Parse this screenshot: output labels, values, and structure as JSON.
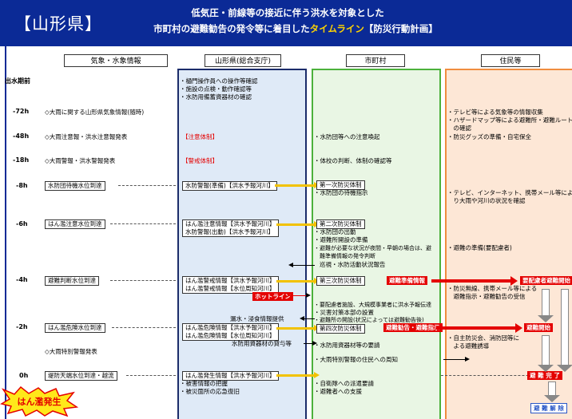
{
  "banner": {
    "prefecture": "【山形県】",
    "title_line1": "低気圧・前線等の接近に伴う洪水を対象とした",
    "title_line2_pre": "市町村の避難勧告の発令等に着目した",
    "title_line2_mid": "タイムライン",
    "title_line2_post": "【防災行動計画】"
  },
  "headers": {
    "weather": "気象・水象情報",
    "prefecture": "山形県(総合支庁)",
    "city": "市町村",
    "residents": "住民等"
  },
  "time_label": "出水期前",
  "times": {
    "t72": "-72h",
    "t48": "-48h",
    "t18": "-18h",
    "t8": "-8h",
    "t6": "-6h",
    "t4": "-4h",
    "t2": "-2h",
    "t0": "0h"
  },
  "weather": {
    "w72": "◇大雨に関する山形県気象情報(随時)",
    "w48": "◇大雨注意報・洪水注意報発表",
    "w18": "◇大雨警報・洪水警報発表",
    "w8": "水防団待機水位到達",
    "w6": "はん濫注意水位到達",
    "w4": "避難判断水位到達",
    "w2": "はん濫危険水位到達",
    "w2b": "◇大雨特別警報発表",
    "w0": "堤防天端水位到達・越流"
  },
  "prefecture": {
    "pre1": "・樋門操作員への操作等確認",
    "pre2": "・施設の点検・動作確認等",
    "pre3": "・水防用備蓄資器材の確認",
    "p48": "【注意体制】",
    "p18": "【警戒体制】",
    "p8": "水防警報(準備)【洪水予報河川】",
    "p6a": "はん濫注意情報【洪水予報河川】",
    "p6b": "水防警報(出動)【洪水予報河川】",
    "p4a": "はん濫警戒情報【洪水予報河川】",
    "p4b": "はん濫警戒情報【水位周知河川】",
    "hotline": "ホットライン",
    "p2pre": "漏水・浸食情報提供",
    "p2a": "はん濫危険情報【洪水予報河川】",
    "p2b": "はん濫危険情報【水位周知河川】",
    "p2c": "水防用資器材の貸与等",
    "p0": "はん濫発生情報【洪水予報河川】",
    "p0a": "・被害情報の把握",
    "p0b": "・被災箇所の応急復旧"
  },
  "city": {
    "c48": "・水防団等への注意喚起",
    "c18": "・体校の判断、体制の確認等",
    "c8box": "第一次防災体制",
    "c8": "・水防団の待機指示",
    "c6box": "第二次防災体制",
    "c6a": "・水防団の出動",
    "c6b": "・避難所開設の準備",
    "c6c": "・避難が必要な状況が夜間・早朝の場合は、避",
    "c6d": "　難準備情報の発令判断",
    "c6e": "巡視・水防活動状況報告",
    "c4box": "第三次防災体制",
    "c4red": "避難準備情報",
    "c4a": "・要配慮者施設、大規模事業者に洪水予報伝達",
    "c4b": "・災害対策本部の設置",
    "c4c": "・避難所の開設(状況によっては避難勧告後)",
    "c2box": "第四次防災体制",
    "c2red": "避難勧告・避難指示",
    "c2a": "・水防用資器材等の要請",
    "c2b": "・大雨特別警報の住民への周知",
    "c0a": "・自衛隊への派遣要請",
    "c0b": "・避難者への支援"
  },
  "residents": {
    "r72a": "・テレビ等による気象等の情報収集",
    "r72b": "・ハザードマップ等による避難所・避難ルート",
    "r72c": "　の確認",
    "r48": "・防災グッズの準備・自宅保全",
    "r8a": "・テレビ、インターネット、携帯メール等によ",
    "r8b": "　り大雨や河川の状況を確認",
    "r6": "・避難の準備(要配慮者)",
    "r4red": "要配慮者避難開始",
    "r4a": "・防災無線、携帯メール等による",
    "r4b": "　避難指示・避難勧告の受信",
    "r2red": "避難開始",
    "r2a": "・自主防災会、消防団等に",
    "r2b": "　よる避難誘導",
    "r0red": "避 難 完 了",
    "r0b": "避 難 解 除"
  },
  "burst": "はん濫発生",
  "colors": {
    "banner": "#0b2a96",
    "prefecture": "#1b2c6a",
    "city": "#4cb13b",
    "residents": "#f08d3f",
    "alert": "#e40000",
    "arrow": "#f2c200"
  }
}
